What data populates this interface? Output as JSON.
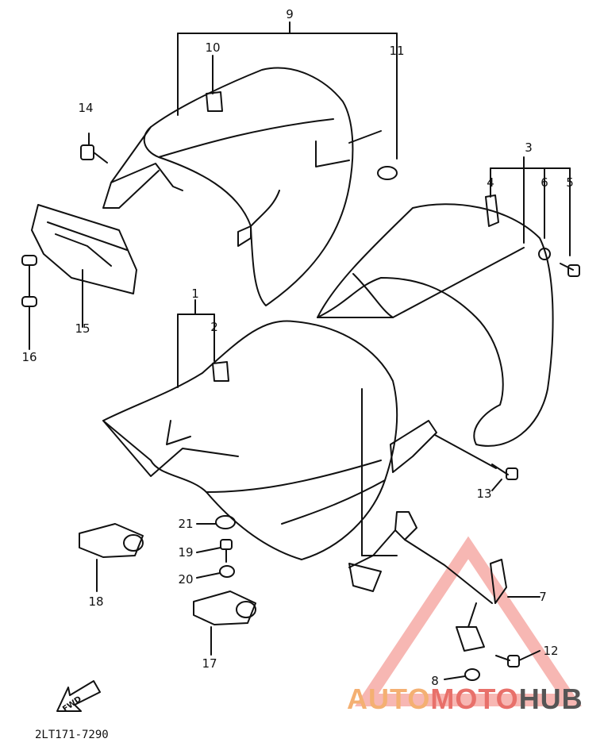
{
  "callouts": [
    {
      "label": "1"
    },
    {
      "label": "2"
    },
    {
      "label": "3"
    },
    {
      "label": "4"
    },
    {
      "label": "5"
    },
    {
      "label": "6"
    },
    {
      "label": "7"
    },
    {
      "label": "8"
    },
    {
      "label": "9"
    },
    {
      "label": "10"
    },
    {
      "label": "11"
    },
    {
      "label": "12"
    },
    {
      "label": "13"
    },
    {
      "label": "14"
    },
    {
      "label": "15"
    },
    {
      "label": "16"
    },
    {
      "label": "17"
    },
    {
      "label": "18"
    },
    {
      "label": "19"
    },
    {
      "label": "20"
    },
    {
      "label": "21"
    }
  ],
  "diagram_code": "2LT171-7290",
  "fwd_label": "FWD",
  "watermark": {
    "part1": "AUTO",
    "part2": "MOTO",
    "part3": "HUB"
  },
  "colors": {
    "line": "#111111",
    "watermark_red": "#e8706a",
    "watermark_orange": "#f4b072",
    "watermark_gray": "#555555"
  }
}
